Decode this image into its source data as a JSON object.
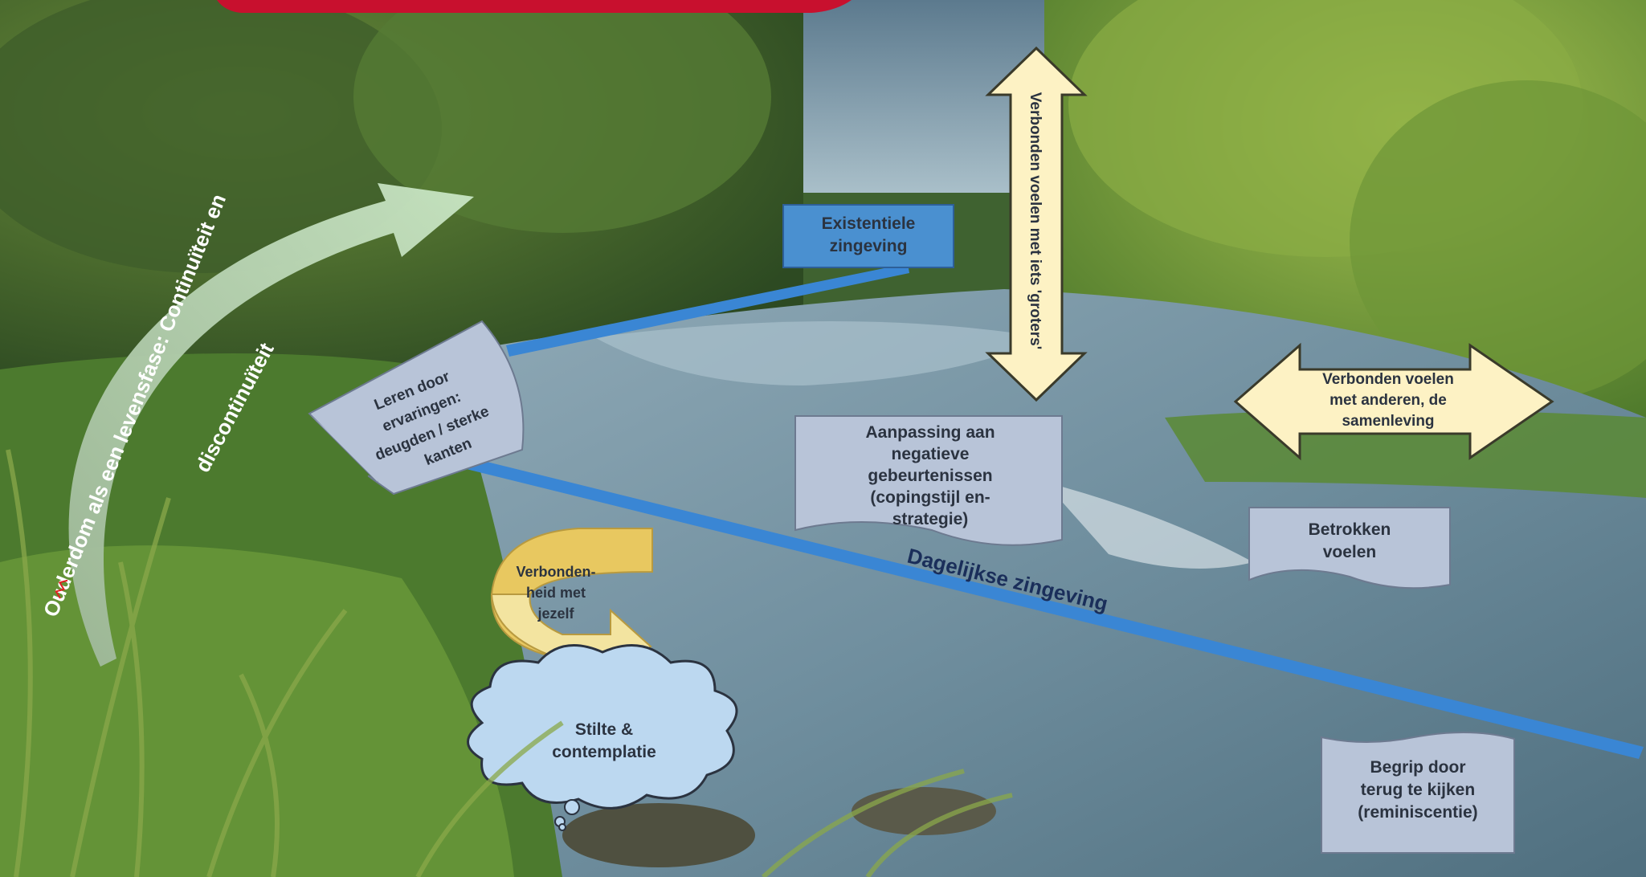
{
  "diagram": {
    "arc_label_line1": "Ouderdom als een levensfase: Continuïteit en",
    "arc_label_line2": "discontinuïteit",
    "existential": [
      "Existentiele",
      "zingeving"
    ],
    "learning": [
      "Leren door",
      "ervaringen:",
      "deugden / sterke",
      "kanten"
    ],
    "vertical_arrow": "Verbonden voelen met iets 'groters'",
    "adaptation": [
      "Aanpassing aan",
      "negatieve",
      "gebeurtenissen",
      "(copingstijl en-",
      "strategie)"
    ],
    "others_arrow": [
      "Verbonden voelen",
      "met anderen, de",
      "samenleving"
    ],
    "involved": [
      "Betrokken",
      "voelen"
    ],
    "self_connection": [
      "Verbonden-",
      "heid met",
      "jezelf"
    ],
    "daily_line": "Dagelijkse zingeving",
    "silence": [
      "Stilte &",
      "contemplatie"
    ],
    "reminiscence": [
      "Begrip door",
      "terug te kijken",
      "(reminiscentie)"
    ]
  },
  "colors": {
    "blue_box": "#4a90d0",
    "blue_line": "#3a86d4",
    "cream_arrow": "#fdf2c4",
    "light_shape": "#b8c4d8",
    "cloud": "#bcd8f0",
    "gold": "#e8c860",
    "accent_red": "#c8102e"
  }
}
